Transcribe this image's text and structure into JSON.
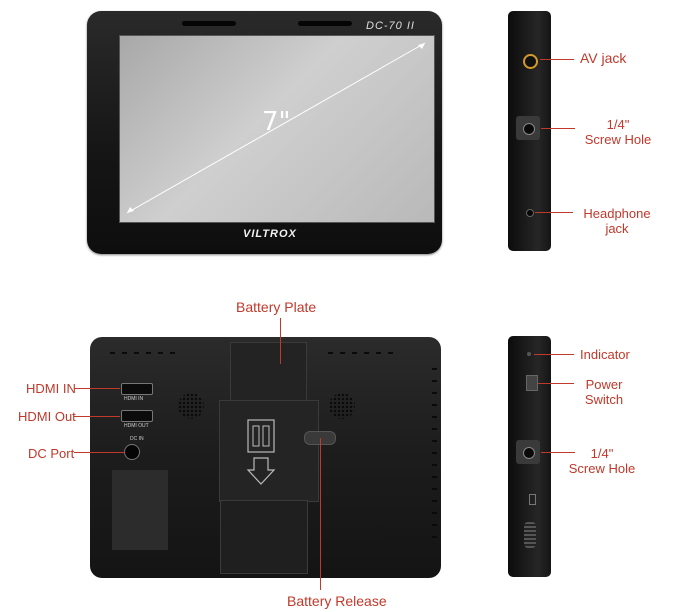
{
  "front": {
    "model": "DC-70 II",
    "brand": "VILTROX",
    "diagonal": "7\""
  },
  "side_top": {
    "av_jack": "AV jack",
    "screw_hole_line1": "1/4\"",
    "screw_hole_line2": "Screw Hole",
    "headphone_line1": "Headphone",
    "headphone_line2": "jack"
  },
  "back": {
    "battery_plate": "Battery Plate",
    "battery_release": "Battery Release",
    "hdmi_in": "HDMI IN",
    "hdmi_out": "HDMI Out",
    "dc_port": "DC Port",
    "port_hdmi_in": "HDMI IN",
    "port_hdmi_out": "HDMI OUT",
    "port_dc_in": "DC IN"
  },
  "side_bottom": {
    "indicator": "Indicator",
    "power_line1": "Power",
    "power_line2": "Switch",
    "screw_hole_line1": "1/4\"",
    "screw_hole_line2": "Screw Hole"
  },
  "colors": {
    "label": "#c0392b",
    "body": "#1a1a1a",
    "screen": "#c4c4c4"
  }
}
